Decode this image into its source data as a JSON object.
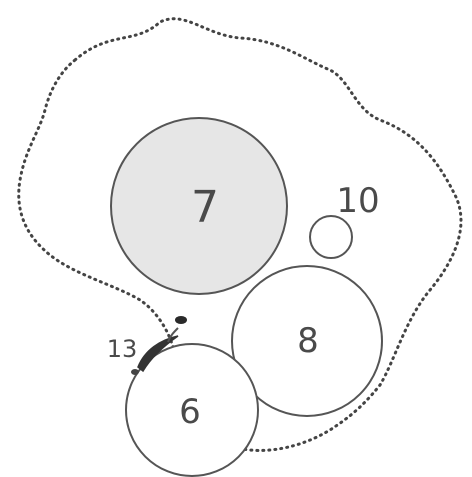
{
  "diagram": {
    "circles": [
      {
        "id": "7",
        "label": "7"
      },
      {
        "id": "10",
        "label": "10"
      },
      {
        "id": "8",
        "label": "8"
      },
      {
        "id": "6",
        "label": "6"
      }
    ],
    "small_feature": {
      "label": "13"
    },
    "colors": {
      "outline": "#555555",
      "shaded_fill": "#e6e6e6",
      "plain_fill": "#ffffff",
      "dotted_boundary": "#444444",
      "label_text": "#4a4a4a"
    }
  }
}
